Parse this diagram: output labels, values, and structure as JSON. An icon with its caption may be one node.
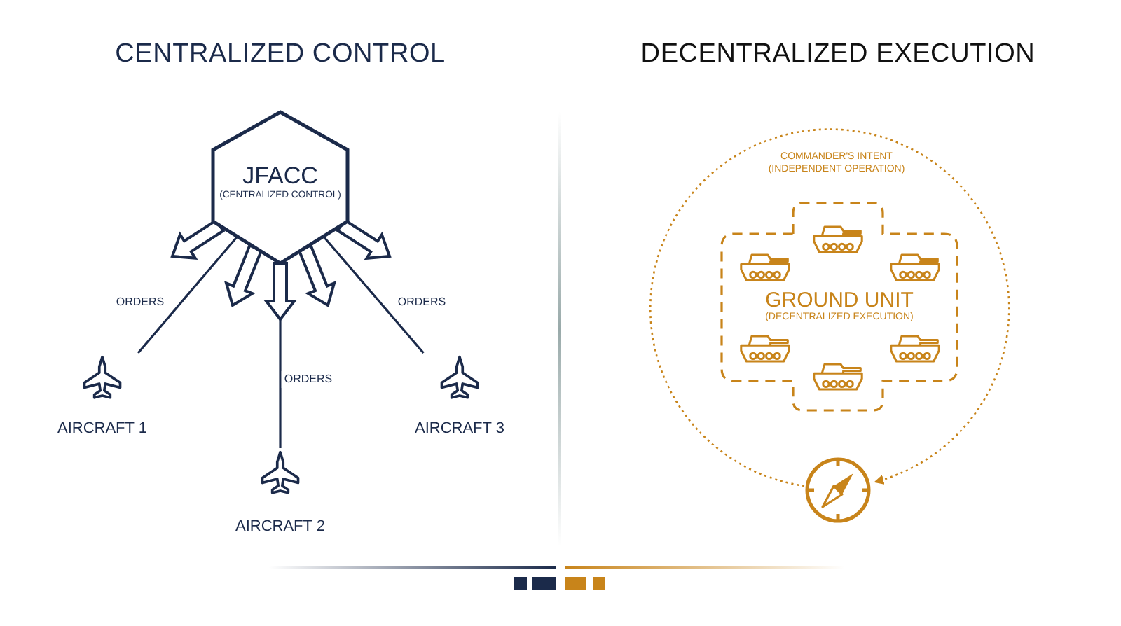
{
  "diagram": {
    "nodes": [
      {
        "text": [
          "JFACC",
          "(CENTRALIZED CONTROL)"
        ]
      },
      {
        "text": [
          "AIRCRAFT 1"
        ]
      },
      {
        "text": [
          "AIRCRAFT 2"
        ]
      },
      {
        "text": [
          "AIRCRAFT 3"
        ]
      },
      {
        "text": [
          "GROUND UNIT",
          "(DECENTRALIZED EXECUTION)"
        ]
      },
      {
        "text": [],
        "shape": "picture"
      }
    ],
    "edges": [
      {
        "from": 0,
        "to": 1,
        "arrow": "none",
        "label": "ORDERS"
      },
      {
        "from": 0,
        "to": 2,
        "arrow": "none",
        "label": "ORDERS"
      },
      {
        "from": 0,
        "to": 3,
        "arrow": "none",
        "label": "ORDERS"
      },
      {
        "from": 0,
        "to": null,
        "arrow": "to",
        "style": "thick"
      },
      {
        "from": 0,
        "to": null,
        "arrow": "to",
        "style": "thick"
      },
      {
        "from": 0,
        "to": null,
        "arrow": "to",
        "style": "thick"
      },
      {
        "from": 0,
        "to": null,
        "arrow": "to",
        "style": "thick"
      },
      {
        "from": 0,
        "to": null,
        "arrow": "to",
        "style": "thick"
      },
      {
        "from": 5,
        "to": 5,
        "arrow": "to",
        "style": "dashed",
        "color": "#c8841a",
        "label": "COMMANDER'S INTENT (INDEPENDENT OPERATION)"
      }
    ],
    "labels": [
      "CENTRALIZED CONTROL",
      "DECENTRALIZED EXECUTION"
    ]
  }
}
